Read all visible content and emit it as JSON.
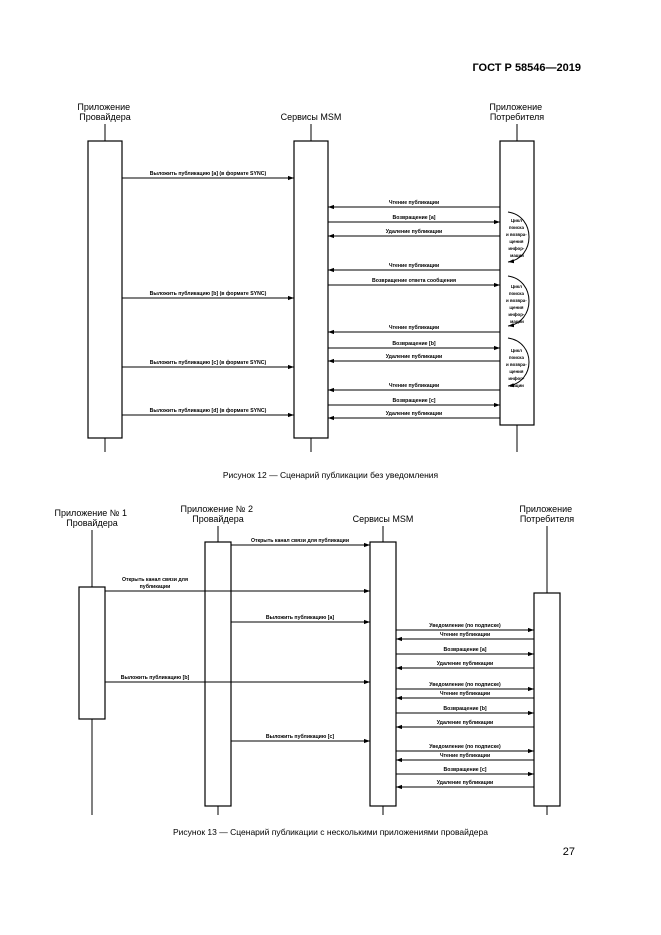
{
  "header": {
    "standard": "ГОСТ Р 58546—2019"
  },
  "page_number": "27",
  "figure12": {
    "caption": "Рисунок 12 — Сценарий публикации без уведомления",
    "participants": [
      {
        "lines": [
          "Приложение",
          "Провайдера"
        ]
      },
      {
        "lines": [
          "Сервисы MSM"
        ]
      },
      {
        "lines": [
          "Приложение",
          "Потребителя"
        ]
      }
    ],
    "messages": [
      "Выложить публикацию [a] (в формате SYNC)",
      "Чтение публикации",
      "Возвращение [a]",
      "Удаление публикации",
      "Чтение публикации",
      "Возвращение ответа сообщения",
      "Выложить публикацию [b] (в формате SYNC)",
      "Чтение публикации",
      "Возвращение [b]",
      "Удаление публикации",
      "Выложить публикацию [c] (в формате SYNC)",
      "Чтение публикации",
      "Возвращение [c]",
      "Удаление публикации",
      "Выложить публикацию [d] (в формате SYNC)"
    ],
    "loop_notes": [
      [
        "Цикл",
        "поиска",
        "и возвра-",
        "щения",
        "инфор-",
        "мации"
      ],
      [
        "Цикл",
        "поиска",
        "и возвра-",
        "щения",
        "инфор-",
        "мации"
      ],
      [
        "Цикл",
        "поиска",
        "и возвра-",
        "щения",
        "инфор-",
        "мации"
      ]
    ]
  },
  "figure13": {
    "caption": "Рисунок 13 — Сценарий публикации с несколькими приложениями провайдера",
    "participants": [
      {
        "lines": [
          "Приложение № 1",
          "Провайдера"
        ]
      },
      {
        "lines": [
          "Приложение № 2",
          "Провайдера"
        ]
      },
      {
        "lines": [
          "Сервисы MSM"
        ]
      },
      {
        "lines": [
          "Приложение",
          "Потребителя"
        ]
      }
    ],
    "messages": [
      "Открыть канал связи для публикации",
      "Открыть канал связи для",
      "публикации",
      "Выложить публикацию [a]",
      "Уведомление (по подписке)",
      "Чтение публикации",
      "Возвращение [a]",
      "Удаление публикации",
      "Выложить публикацию [b]",
      "Уведомление (по подписке)",
      "Чтение публикации",
      "Возвращение [b]",
      "Удаление публикации",
      "Выложить публикацию [c]",
      "Уведомление (по подписке)",
      "Чтение публикации",
      "Возвращение [c]",
      "Удаление публикации"
    ]
  }
}
